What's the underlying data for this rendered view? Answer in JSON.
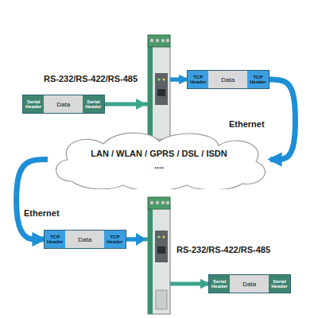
{
  "diagram": {
    "nodes": [
      {
        "text": [
          "Serial Header",
          "Data",
          "Serial Header"
        ]
      },
      {
        "text": [
          "TCP Header",
          "Data",
          "TCP Header"
        ]
      },
      {
        "text": [
          "LAN / WLAN / GPRS / DSL / ISDN",
          "...."
        ]
      },
      {
        "text": [
          "TCP Header",
          "Data",
          "TCP Header"
        ]
      },
      {
        "text": [
          "Serial Header",
          "Data",
          "Serial Header"
        ]
      }
    ],
    "edges": [
      {
        "from": 0,
        "to": 1,
        "arrow": "to"
      },
      {
        "from": 1,
        "to": 2,
        "label": "Ethernet",
        "arrow": "to"
      },
      {
        "from": 2,
        "to": 3,
        "label": "Ethernet",
        "arrow": "to"
      },
      {
        "from": 3,
        "to": 4,
        "arrow": "to"
      }
    ],
    "labels": [
      "RS-232/RS-422/RS-485",
      "RS-232/RS-422/RS-485"
    ]
  }
}
